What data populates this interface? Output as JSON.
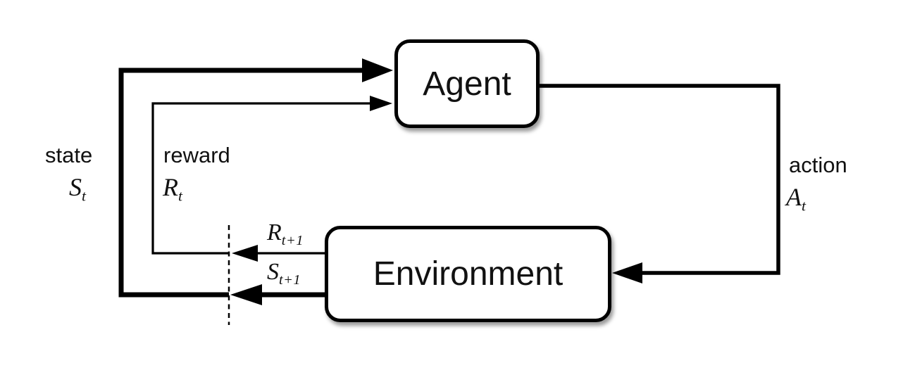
{
  "diagram": {
    "name": "agent-environment-interaction-loop",
    "boxes": {
      "agent": {
        "label": "Agent"
      },
      "environment": {
        "label": "Environment"
      }
    },
    "labels": {
      "state": {
        "word": "state",
        "symbol": {
          "base": "S",
          "sub": "t"
        }
      },
      "reward": {
        "word": "reward",
        "symbol": {
          "base": "R",
          "sub": "t"
        }
      },
      "action": {
        "word": "action",
        "symbol": {
          "base": "A",
          "sub": "t"
        }
      },
      "next_reward": {
        "base": "R",
        "sub": "t+1"
      },
      "next_state": {
        "base": "S",
        "sub": "t+1"
      }
    },
    "colors": {
      "line": "#000000",
      "box_fill": "#ffffff",
      "background": "#ffffff",
      "text": "#111111"
    }
  }
}
